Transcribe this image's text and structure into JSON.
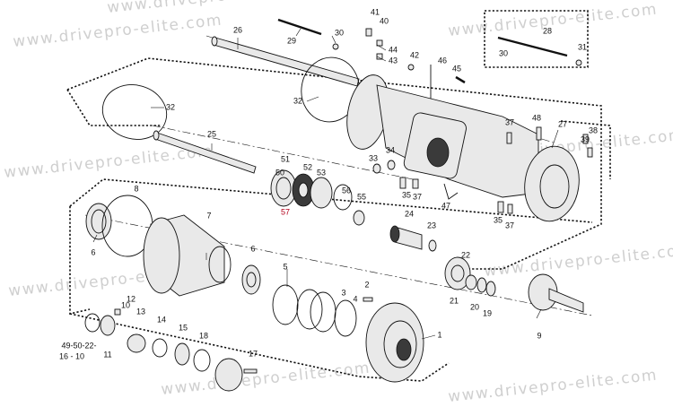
{
  "watermark": "www.drivepro-elite.com",
  "colors": {
    "label_red": "#b3001b"
  },
  "labels": {
    "l26": "26",
    "l29": "29",
    "l30a": "30",
    "l41": "41",
    "l40": "40",
    "l44": "44",
    "l43": "43",
    "l42": "42",
    "l46": "46",
    "l45": "45",
    "l28": "28",
    "l30b": "30",
    "l31": "31",
    "l32a": "32",
    "l32b": "32",
    "l25": "25",
    "l37a": "37",
    "l48": "48",
    "l27": "27",
    "l38": "38",
    "l39": "39",
    "l34": "34",
    "l33": "33",
    "l35a": "35",
    "l37b": "37",
    "l47": "47",
    "l35b": "35",
    "l37c": "37",
    "l51": "51",
    "l52": "52",
    "l53": "53",
    "l50": "50",
    "l56": "56",
    "l55": "55",
    "l57": "57",
    "l24": "24",
    "l23": "23",
    "l8": "8",
    "l7": "7",
    "l6a": "6",
    "l6b": "6",
    "l5": "5",
    "l4": "4",
    "l3": "3",
    "l2": "2",
    "l1": "1",
    "l22": "22",
    "l21": "21",
    "l20": "20",
    "l19": "19",
    "l9": "9",
    "l12": "12",
    "l10": "10",
    "l13": "13",
    "l14": "14",
    "l15": "15",
    "l18": "18",
    "l11": "11",
    "l17": "17",
    "ref_a": "49-50-22-",
    "ref_b": "16 - 10"
  }
}
